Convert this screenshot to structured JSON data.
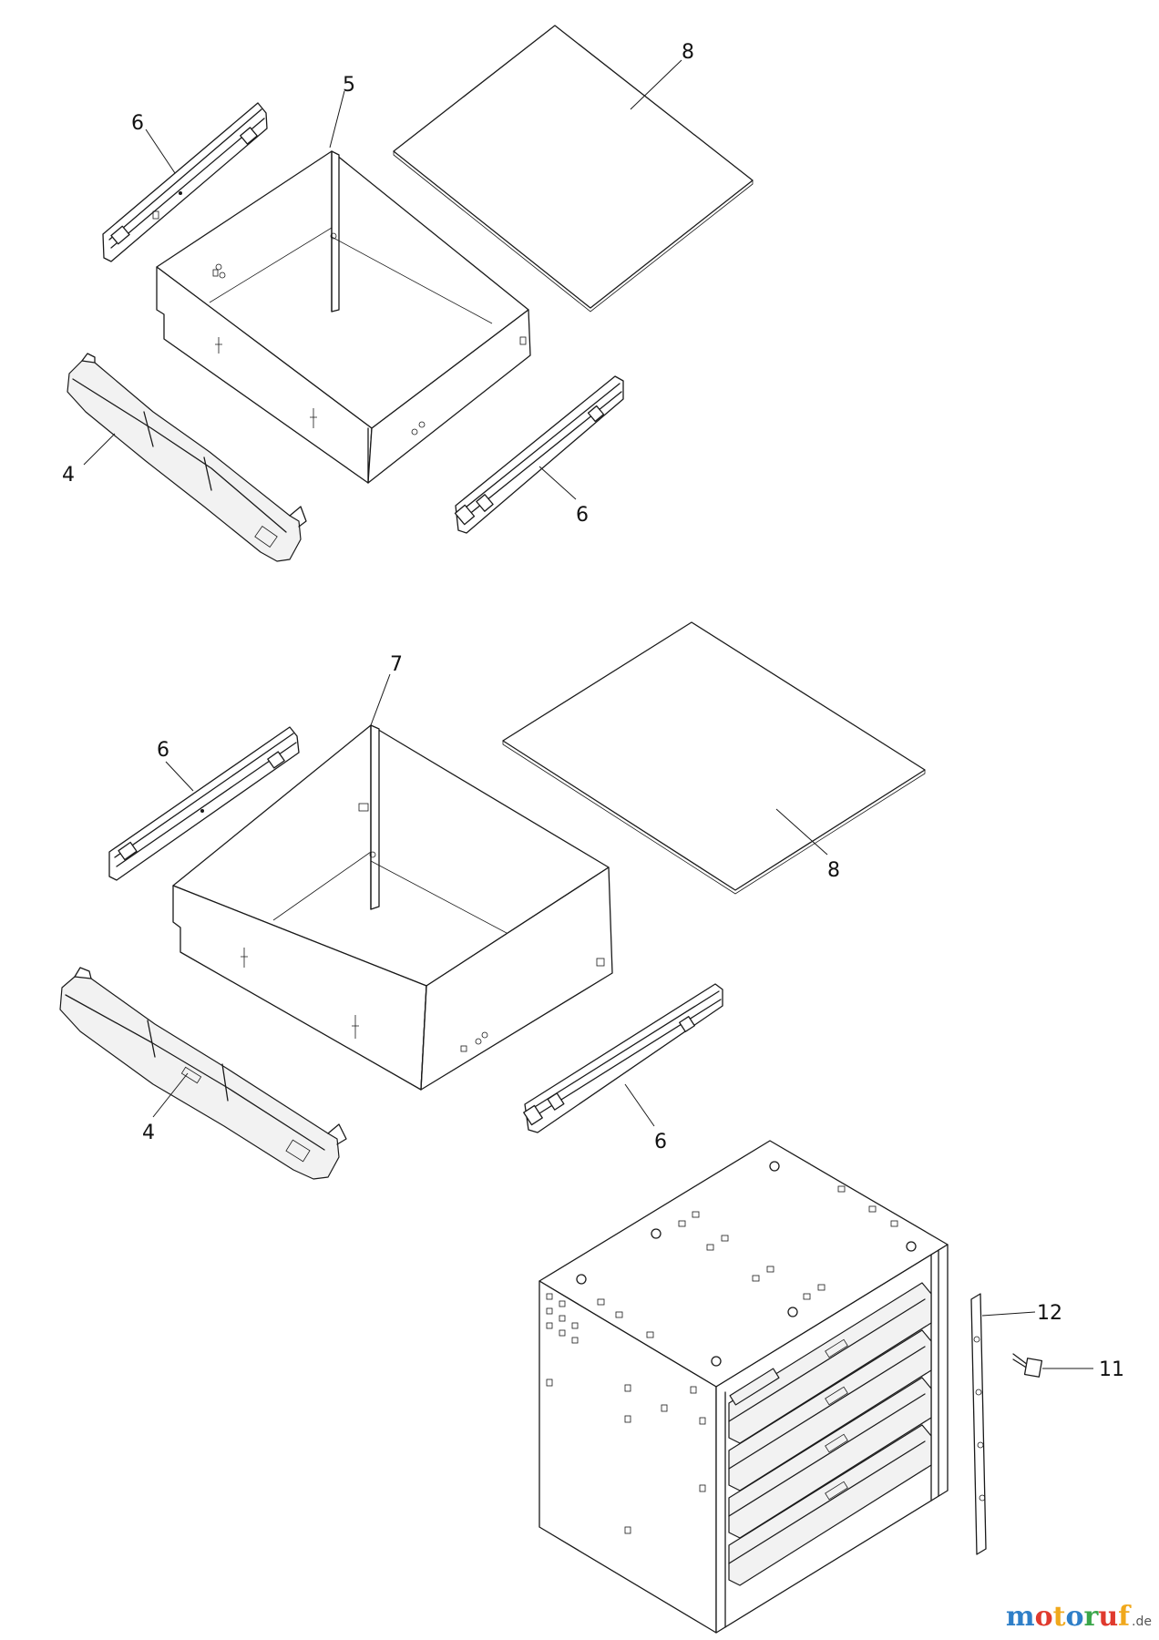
{
  "parts": {
    "top_handle": "4",
    "top_drawer": "5",
    "top_rail_left": "6",
    "top_rail_right": "6",
    "top_panel": "8",
    "bottom_handle": "4",
    "bottom_drawer": "7",
    "bottom_rail_left": "6",
    "bottom_rail_right": "6",
    "bottom_panel": "8",
    "lock": "11",
    "lock_bar": "12"
  },
  "watermark": {
    "letters": [
      "m",
      "o",
      "t",
      "o",
      "r",
      "u",
      "f"
    ],
    "colors": [
      "#2f7fc8",
      "#e03a2e",
      "#f0a81c",
      "#2f7fc8",
      "#3aa64a",
      "#e03a2e",
      "#f0a81c"
    ],
    "suffix": ".de"
  }
}
